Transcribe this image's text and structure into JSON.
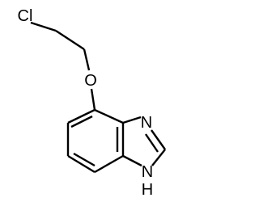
{
  "molecule": {
    "atoms": {
      "chlorine": "Cl",
      "oxygen": "O",
      "nitrogen_imine": "N",
      "nh_nitrogen": "N",
      "nh_hydrogen": "H"
    }
  }
}
